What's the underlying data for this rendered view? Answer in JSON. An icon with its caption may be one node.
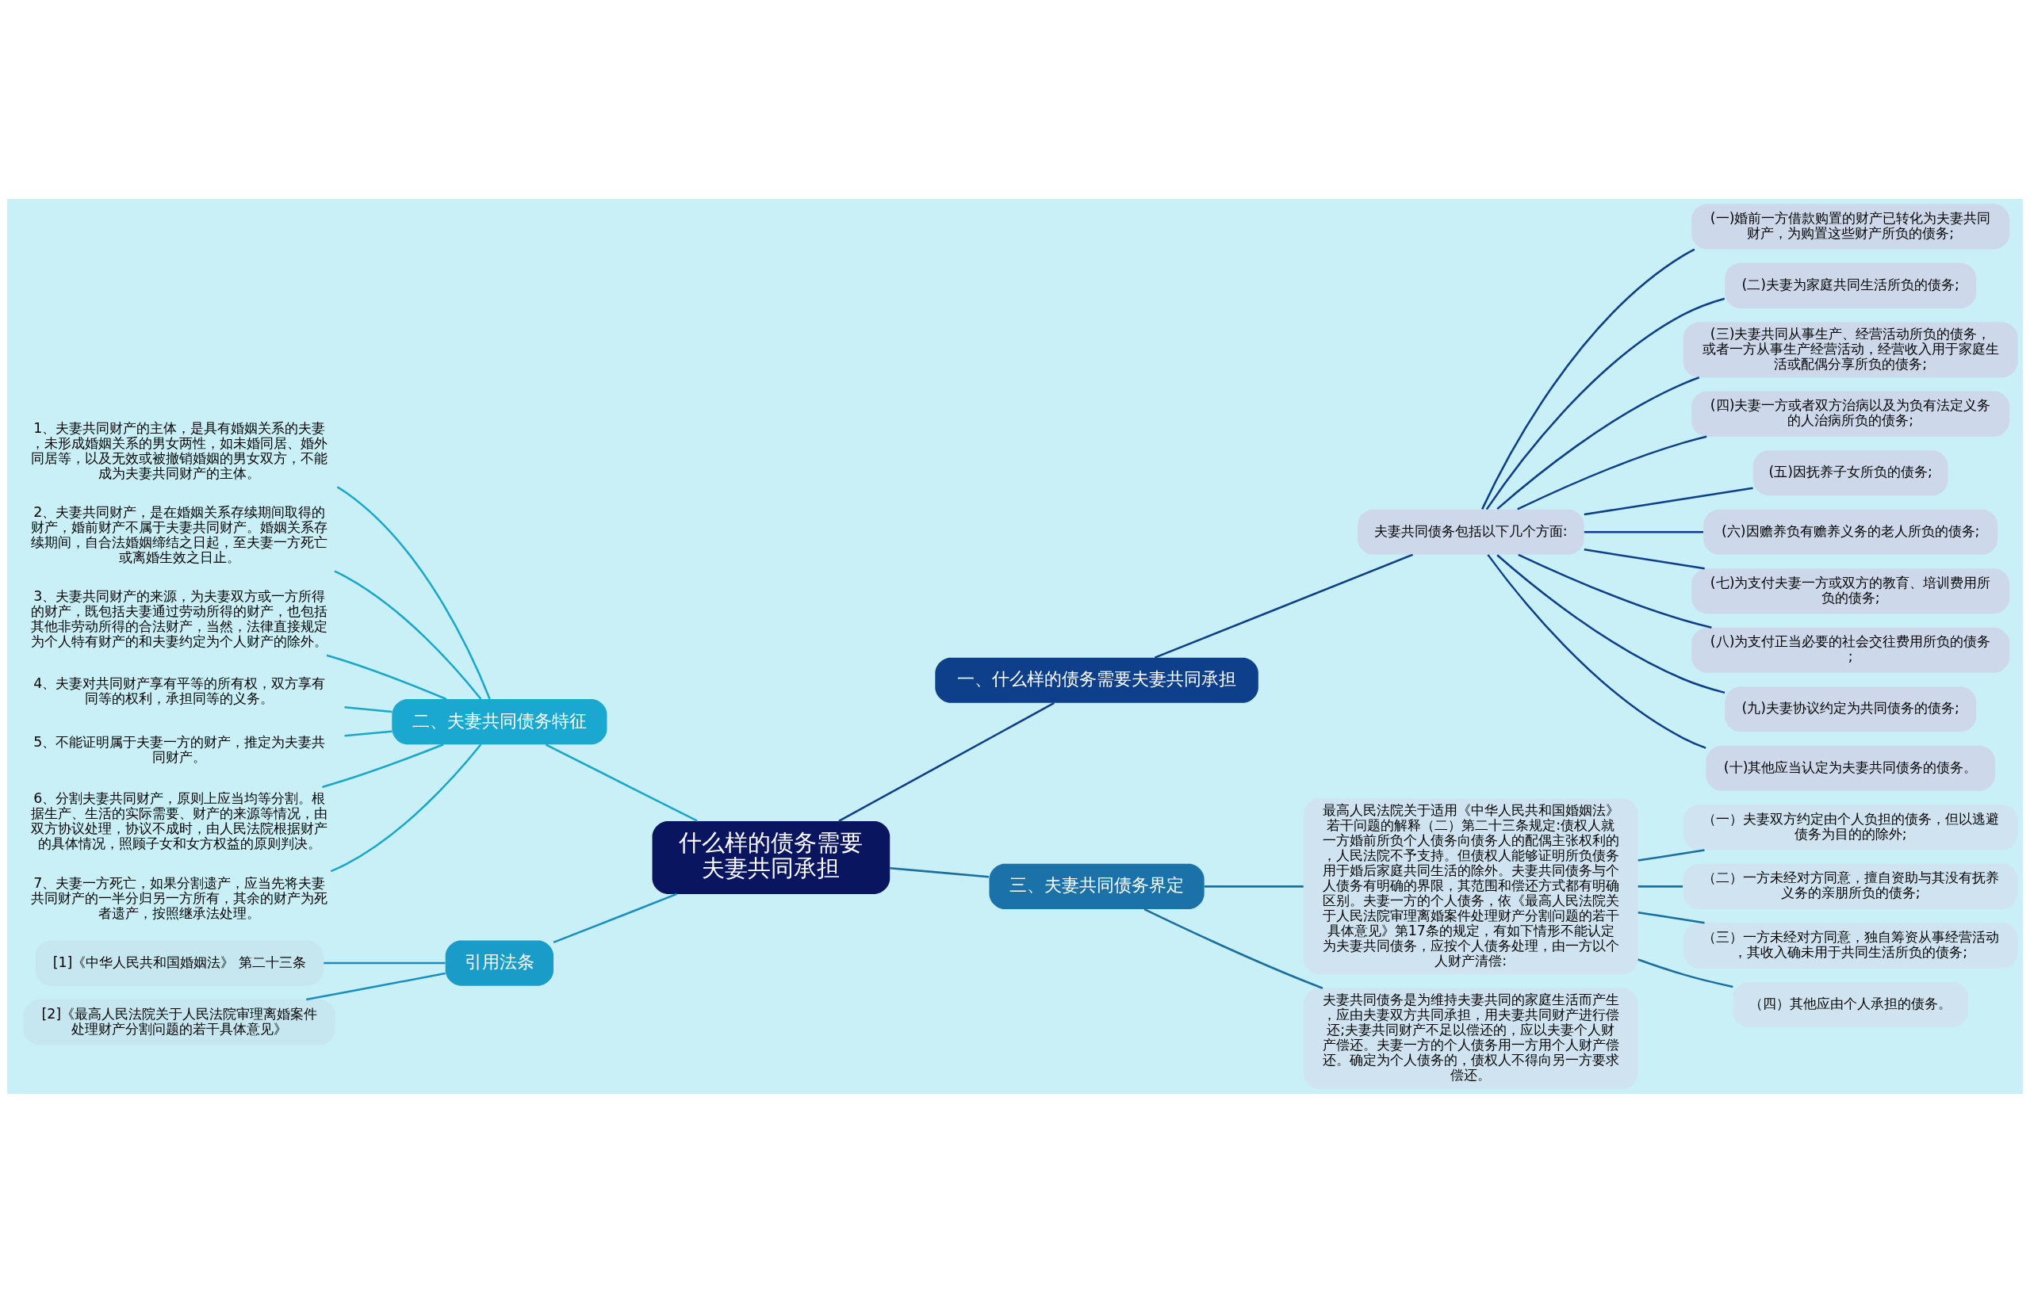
{
  "diagram": {
    "nodes": [
      {
        "text": [
          "什么样的债务需要夫妻共同承担"
        ]
      },
      {
        "text": [
          "一、什么样的债务需要夫妻共同承担"
        ]
      },
      {
        "text": [
          "夫妻共同债务包括以下几个方面:"
        ]
      },
      {
        "text": [
          "(一)婚前一方借款购置的财产已转化为夫妻共同财产，为购置这些财产所负的债务;"
        ]
      },
      {
        "text": [
          "(二)夫妻为家庭共同生活所负的债务;"
        ]
      },
      {
        "text": [
          "(三)夫妻共同从事生产、经营活动所负的债务，或者一方从事生产经营活动，经营收入用于家庭生活或配偶分享所负的债务;"
        ]
      },
      {
        "text": [
          "(四)夫妻一方或者双方治病以及为负有法定义务的人治病所负的债务;"
        ]
      },
      {
        "text": [
          "(五)因抚养子女所负的债务;"
        ]
      },
      {
        "text": [
          "(六)因赡养负有赡养义务的老人所负的债务;"
        ]
      },
      {
        "text": [
          "(七)为支付夫妻一方或双方的教育、培训费用所负的债务;"
        ]
      },
      {
        "text": [
          "(八)为支付正当必要的社会交往费用所负的债务;"
        ]
      },
      {
        "text": [
          "(九)夫妻协议约定为共同债务的债务;"
        ]
      },
      {
        "text": [
          "(十)其他应当认定为夫妻共同债务的债务。"
        ]
      },
      {
        "text": [
          "二、夫妻共同债务特征"
        ]
      },
      {
        "text": [
          "1、夫妻共同财产的主体，是具有婚姻关系的夫妻，未形成婚姻关系的男女两性，如未婚同居、婚外同居等，以及无效或被撤销婚姻的男女双方，不能成为夫妻共同财产的主体。"
        ]
      },
      {
        "text": [
          "2、夫妻共同财产，是在婚姻关系存续期间取得的财产，婚前财产不属于夫妻共同财产。婚姻关系存续期间，自合法婚姻缔结之日起，至夫妻一方死亡或离婚生效之日止。"
        ]
      },
      {
        "text": [
          "3、夫妻共同财产的来源，为夫妻双方或一方所得的财产，既包括夫妻通过劳动所得的财产，也包括其他非劳动所得的合法财产，当然，法律直接规定为个人特有财产的和夫妻约定为个人财产的除外。"
        ]
      },
      {
        "text": [
          "4、夫妻对共同财产享有平等的所有权，双方享有同等的权利，承担同等的义务。"
        ]
      },
      {
        "text": [
          "5、不能证明属于夫妻一方的财产，推定为夫妻共同财产。"
        ]
      },
      {
        "text": [
          "6、分割夫妻共同财产，原则上应当均等分割。根据生产、生活的实际需要、财产的来源等情况，由双方协议处理，协议不成时，由人民法院根据财产的具体情况，照顾子女和女方权益的原则判决。"
        ]
      },
      {
        "text": [
          "7、夫妻一方死亡，如果分割遗产，应当先将夫妻共同财产的一半分归另一方所有，其余的财产为死者遗产，按照继承法处理。"
        ]
      },
      {
        "text": [
          "引用法条"
        ]
      },
      {
        "text": [
          "[1]《中华人民共和国婚姻法》 第二十三条"
        ]
      },
      {
        "text": [
          "[2]《最高人民法院关于人民法院审理离婚案件处理财产分割问题的若干具体意见》"
        ]
      },
      {
        "text": [
          "三、夫妻共同债务界定"
        ]
      },
      {
        "text": [
          "最高人民法院关于适用《中华人民共和国婚姻法》若干问题的解释（二）第二十三条规定:债权人就一方婚前所负个人债务向债务人的配偶主张权利的，人民法院不予支持。但债权人能够证明所负债务用于婚后家庭共同生活的除外。夫妻共同债务与个人债务有明确的界限，其范围和偿还方式都有明确区别。夫妻一方的个人债务，依《最高人民法院关于人民法院审理离婚案件处理财产分割问题的若干具体意见》第17条的规定，有如下情形不能认定为夫妻共同债务，应按个人债务处理，由一方以个人财产清偿:"
        ]
      },
      {
        "text": [
          "（一）夫妻双方约定由个人负担的债务，但以逃避债务为目的的除外;"
        ]
      },
      {
        "text": [
          "（二）一方未经对方同意，擅自资助与其没有抚养义务的亲朋所负的债务;"
        ]
      },
      {
        "text": [
          "（三）一方未经对方同意，独自筹资从事经营活动，其收入确未用于共同生活所负的债务;"
        ]
      },
      {
        "text": [
          "（四）其他应由个人承担的债务。"
        ]
      },
      {
        "text": [
          "夫妻共同债务是为维持夫妻共同的家庭生活而产生，应由夫妻双方共同承担，用夫妻共同财产进行偿还;夫妻共同财产不足以偿还的，应以夫妻个人财产偿还。夫妻一方的个人债务用一方用个人财产偿还。确定为个人债务的，债权人不得向另一方要求偿还。"
        ]
      }
    ],
    "edges": [
      {
        "from": 0,
        "to": 1,
        "arrow": "none"
      },
      {
        "from": 1,
        "to": 2,
        "arrow": "none"
      },
      {
        "from": 2,
        "to": 3,
        "arrow": "none"
      },
      {
        "from": 2,
        "to": 4,
        "arrow": "none"
      },
      {
        "from": 2,
        "to": 5,
        "arrow": "none"
      },
      {
        "from": 2,
        "to": 6,
        "arrow": "none"
      },
      {
        "from": 2,
        "to": 7,
        "arrow": "none"
      },
      {
        "from": 2,
        "to": 8,
        "arrow": "none"
      },
      {
        "from": 2,
        "to": 9,
        "arrow": "none"
      },
      {
        "from": 2,
        "to": 10,
        "arrow": "none"
      },
      {
        "from": 2,
        "to": 11,
        "arrow": "none"
      },
      {
        "from": 2,
        "to": 12,
        "arrow": "none"
      },
      {
        "from": 0,
        "to": 13,
        "arrow": "none",
        "color": "#1aa7c9"
      },
      {
        "from": 13,
        "to": 14,
        "arrow": "none",
        "color": "#1aa7c9"
      },
      {
        "from": 13,
        "to": 15,
        "arrow": "none",
        "color": "#1aa7c9"
      },
      {
        "from": 13,
        "to": 16,
        "arrow": "none",
        "color": "#1aa7c9"
      },
      {
        "from": 13,
        "to": 17,
        "arrow": "none",
        "color": "#1aa7c9"
      },
      {
        "from": 13,
        "to": 18,
        "arrow": "none",
        "color": "#1aa7c9"
      },
      {
        "from": 13,
        "to": 19,
        "arrow": "none",
        "color": "#1aa7c9"
      },
      {
        "from": 13,
        "to": 20,
        "arrow": "none",
        "color": "#1aa7c9"
      },
      {
        "from": 0,
        "to": 21,
        "arrow": "none",
        "color": "#1a8fbf"
      },
      {
        "from": 21,
        "to": 22,
        "arrow": "none",
        "color": "#1a8fbf"
      },
      {
        "from": 21,
        "to": 23,
        "arrow": "none",
        "color": "#1a8fbf"
      },
      {
        "from": 0,
        "to": 24,
        "arrow": "none",
        "color": "#1a6f9f"
      },
      {
        "from": 24,
        "to": 25,
        "arrow": "none",
        "color": "#1a6f9f"
      },
      {
        "from": 25,
        "to": 26,
        "arrow": "none",
        "color": "#1a6f9f"
      },
      {
        "from": 25,
        "to": 27,
        "arrow": "none",
        "color": "#1a6f9f"
      },
      {
        "from": 25,
        "to": 28,
        "arrow": "none",
        "color": "#1a6f9f"
      },
      {
        "from": 25,
        "to": 29,
        "arrow": "none",
        "color": "#1a6f9f"
      },
      {
        "from": 24,
        "to": 30,
        "arrow": "none",
        "color": "#1a6f9f"
      }
    ]
  }
}
